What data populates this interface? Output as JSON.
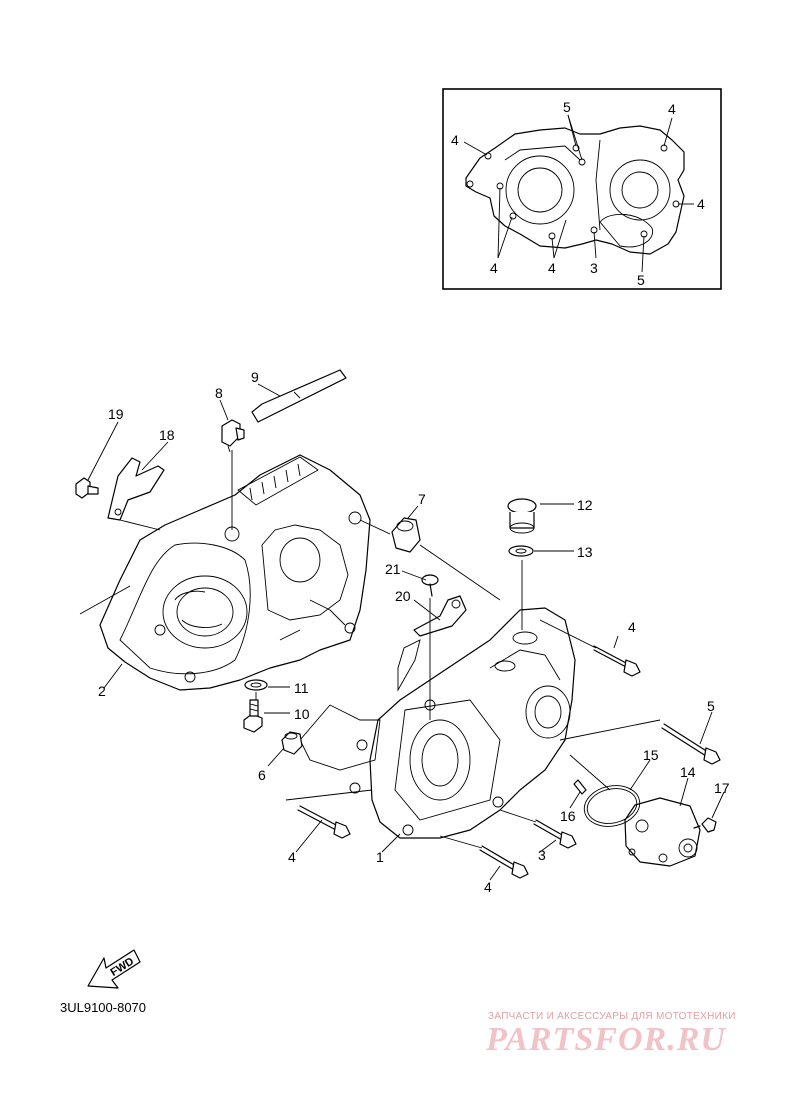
{
  "diagram": {
    "inset_labels": [
      {
        "id": "i5a",
        "text": "5"
      },
      {
        "id": "i4tr",
        "text": "4"
      },
      {
        "id": "i4tl",
        "text": "4"
      },
      {
        "id": "i4r",
        "text": "4"
      },
      {
        "id": "i4bl",
        "text": "4"
      },
      {
        "id": "i4bm",
        "text": "4"
      },
      {
        "id": "i3",
        "text": "3"
      },
      {
        "id": "i5b",
        "text": "5"
      }
    ],
    "callouts": [
      {
        "id": "c1",
        "text": "1"
      },
      {
        "id": "c2",
        "text": "2"
      },
      {
        "id": "c3",
        "text": "3"
      },
      {
        "id": "c4a",
        "text": "4"
      },
      {
        "id": "c4b",
        "text": "4"
      },
      {
        "id": "c4c",
        "text": "4"
      },
      {
        "id": "c5",
        "text": "5"
      },
      {
        "id": "c6",
        "text": "6"
      },
      {
        "id": "c7",
        "text": "7"
      },
      {
        "id": "c8",
        "text": "8"
      },
      {
        "id": "c9",
        "text": "9"
      },
      {
        "id": "c10",
        "text": "10"
      },
      {
        "id": "c11",
        "text": "11"
      },
      {
        "id": "c12",
        "text": "12"
      },
      {
        "id": "c13",
        "text": "13"
      },
      {
        "id": "c14",
        "text": "14"
      },
      {
        "id": "c15",
        "text": "15"
      },
      {
        "id": "c16",
        "text": "16"
      },
      {
        "id": "c17",
        "text": "17"
      },
      {
        "id": "c18",
        "text": "18"
      },
      {
        "id": "c19",
        "text": "19"
      },
      {
        "id": "c20",
        "text": "20"
      },
      {
        "id": "c21",
        "text": "21"
      }
    ],
    "fwd_label": "FWD",
    "drawing_code": "3UL9100-8070"
  },
  "watermark": {
    "subtitle": "ЗАПЧАСТИ И АКСЕССУАРЫ ДЛЯ МОТОТЕХНИКИ",
    "brand": "PARTSFOR.RU"
  }
}
